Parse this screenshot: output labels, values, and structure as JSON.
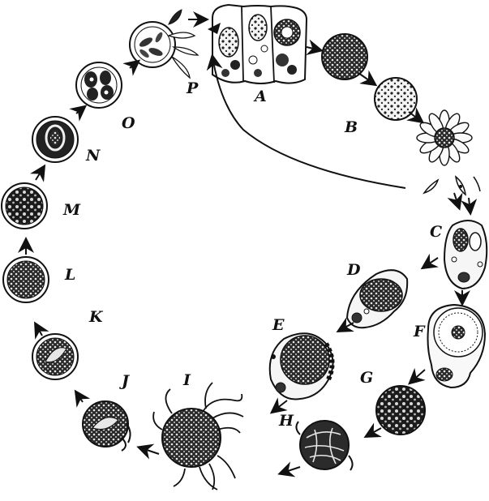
{
  "figure": {
    "stage_labels": {
      "A": "A",
      "B": "B",
      "C": "C",
      "D": "D",
      "E": "E",
      "F": "F",
      "G": "G",
      "H": "H",
      "I": "I",
      "J": "J",
      "K": "K",
      "L": "L",
      "M": "M",
      "N": "N",
      "O": "O",
      "P": "P"
    },
    "ink_color": "#111111",
    "paper_color": "#ffffff"
  }
}
